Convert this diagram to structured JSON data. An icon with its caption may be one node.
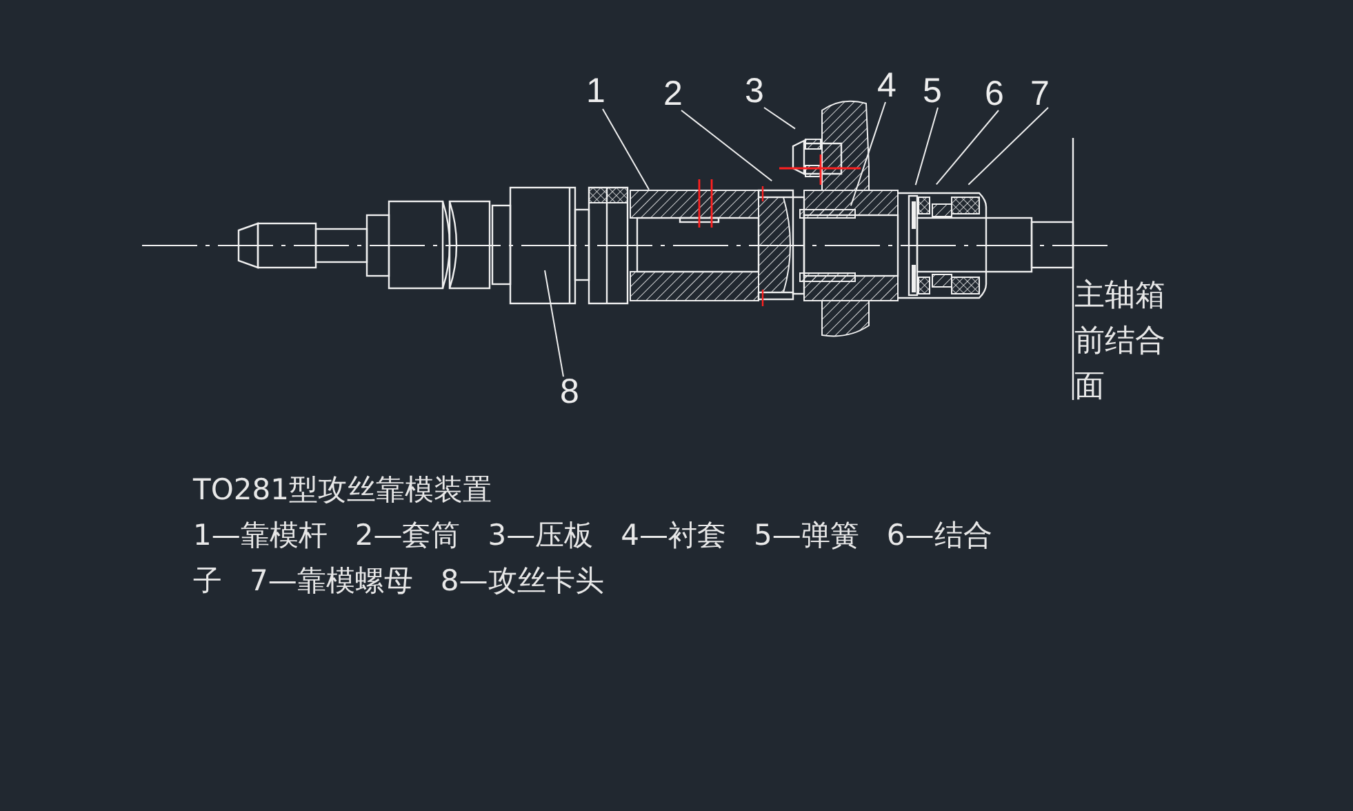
{
  "diagram": {
    "title": "TO281型攻丝靠模装置",
    "caption": "1—靠模杆   2—套筒   3—压板   4—衬套   5—弹簧   6—结合子   7—靠模螺母   8—攻丝卡头",
    "nodes": [
      {
        "text": [
          "1"
        ]
      },
      {
        "text": [
          "2"
        ]
      },
      {
        "text": [
          "3"
        ]
      },
      {
        "text": [
          "4"
        ]
      },
      {
        "text": [
          "5"
        ]
      },
      {
        "text": [
          "6"
        ]
      },
      {
        "text": [
          "7"
        ]
      },
      {
        "text": [
          "8"
        ]
      }
    ],
    "edges": [
      {
        "from": 0,
        "to": null,
        "arrow": "none"
      },
      {
        "from": 1,
        "to": null,
        "arrow": "none"
      },
      {
        "from": 2,
        "to": null,
        "arrow": "none"
      },
      {
        "from": 3,
        "to": null,
        "arrow": "none"
      },
      {
        "from": 4,
        "to": null,
        "arrow": "none"
      },
      {
        "from": 5,
        "to": null,
        "arrow": "none"
      },
      {
        "from": 6,
        "to": null,
        "arrow": "none"
      },
      {
        "from": 7,
        "to": null,
        "arrow": "none"
      }
    ],
    "labels": [
      "主轴箱前结合面"
    ]
  }
}
